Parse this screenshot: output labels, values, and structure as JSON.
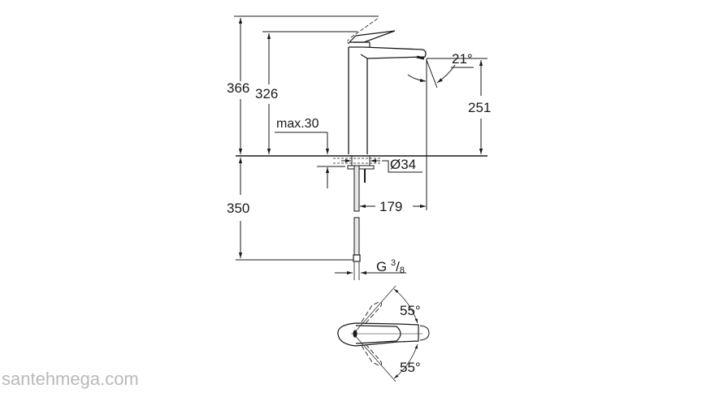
{
  "drawing": {
    "subject": "single-lever basin mixer, tall spout",
    "units": "mm",
    "line_color": "#1a1a1a",
    "background": "#ffffff"
  },
  "dimensions": {
    "overall_height": "366",
    "lever_height": "326",
    "max_deck_thickness": "max.30",
    "spout_height": "251",
    "spout_angle": "21°",
    "shank_diameter": "Ø34",
    "spout_reach": "179",
    "hose_length": "350",
    "connection_thread_prefix": "G",
    "connection_thread_num": "3",
    "connection_thread_slash": "/",
    "connection_thread_den": "8"
  },
  "plan_view": {
    "lever_angle_up": "55°",
    "lever_angle_down": "55°"
  },
  "watermark": {
    "text": "santehmega.com",
    "color": "#b9b9b9"
  }
}
